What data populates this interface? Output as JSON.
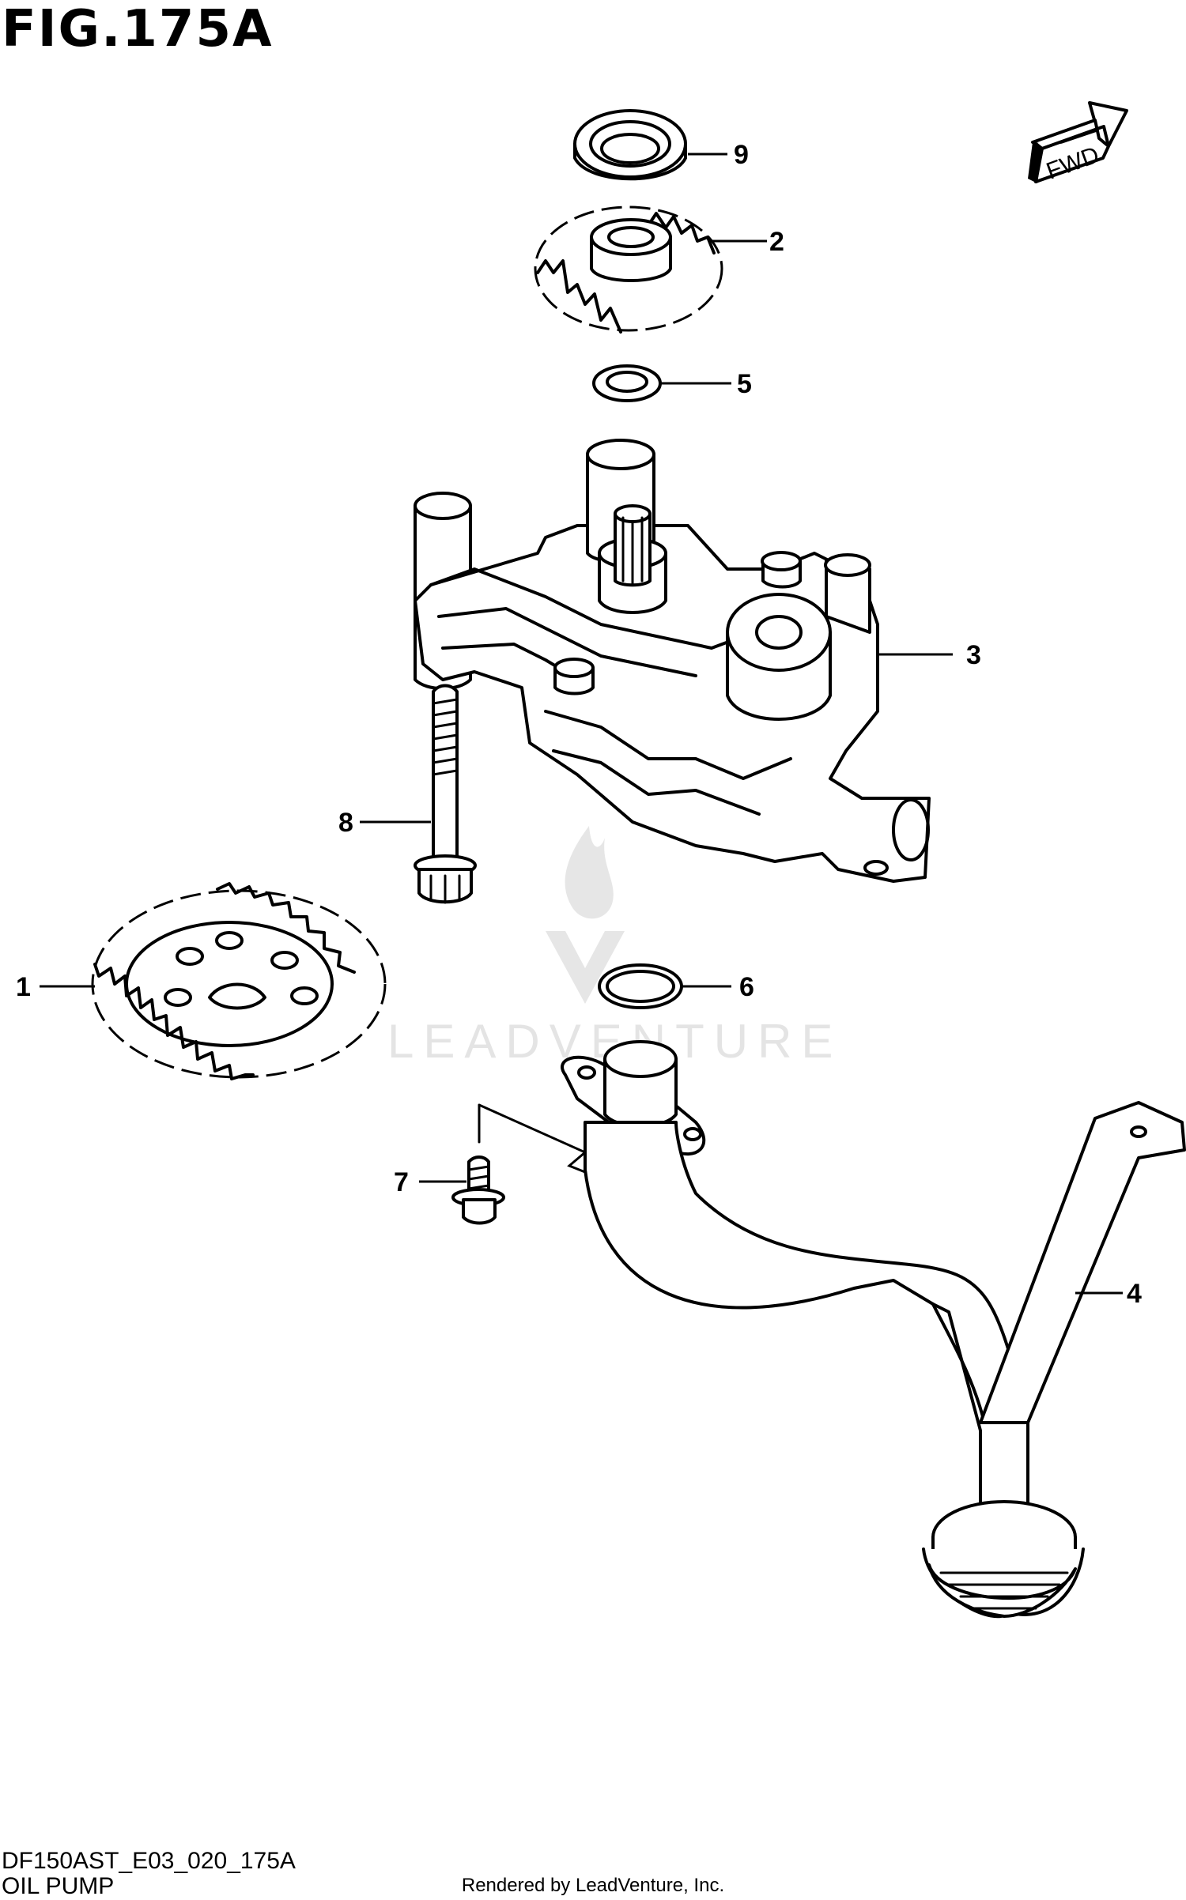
{
  "figure": {
    "title": "FIG.175A",
    "diagram_code": "DF150AST_E03_020_175A",
    "diagram_name": "OIL PUMP",
    "credit": "Rendered by LeadVenture, Inc.",
    "watermark": "LEADVENTURE",
    "direction_label": "FWD"
  },
  "callouts": [
    {
      "number": "9",
      "part": "bearing"
    },
    {
      "number": "2",
      "part": "gear"
    },
    {
      "number": "5",
      "part": "washer"
    },
    {
      "number": "3",
      "part": "oil pump housing"
    },
    {
      "number": "8",
      "part": "bolt"
    },
    {
      "number": "1",
      "part": "gear"
    },
    {
      "number": "6",
      "part": "o-ring"
    },
    {
      "number": "7",
      "part": "bolt"
    },
    {
      "number": "4",
      "part": "oil strainer pipe"
    }
  ]
}
